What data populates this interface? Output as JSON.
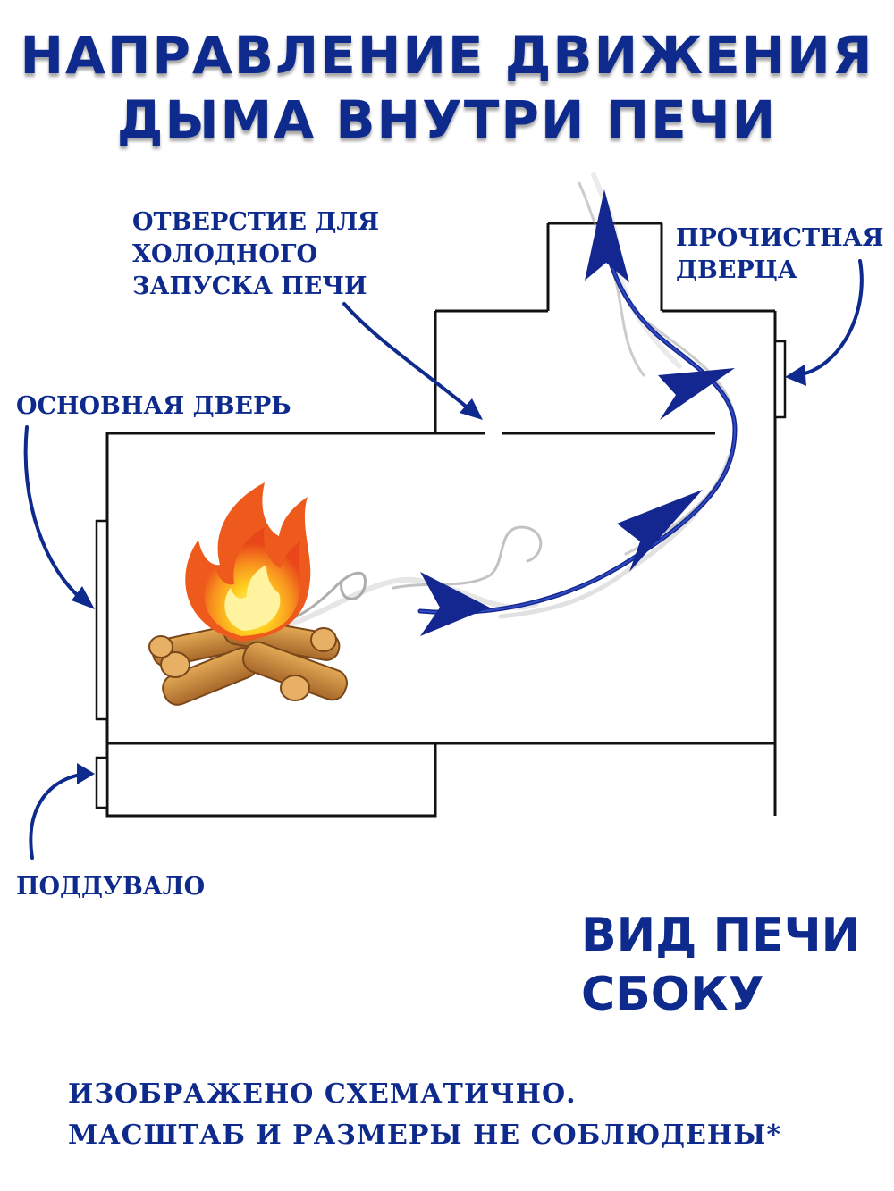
{
  "title": {
    "line1": "НАПРАВЛЕНИЕ ДВИЖЕНИЯ",
    "line2": "ДЫМА ВНУТРИ ПЕЧИ"
  },
  "labels": {
    "cold_start_hole": [
      "ОТВЕРСТИЕ ДЛЯ",
      "ХОЛОДНОГО",
      "ЗАПУСКА ПЕЧИ"
    ],
    "cleaning_door": [
      "ПРОЧИСТНАЯ",
      "ДВЕРЦА"
    ],
    "main_door": "ОСНОВНАЯ ДВЕРЬ",
    "ash_pit": "ПОДДУВАЛО"
  },
  "view_caption": [
    "ВИД ПЕЧИ",
    "СБОКУ"
  ],
  "note": [
    "ИЗОБРАЖЕНО СХЕМАТИЧНО.",
    "МАСШТАБ И РАЗМЕРЫ НЕ СОБЛЮДЕНЫ*"
  ],
  "colors": {
    "accent": "#0d2a8c",
    "arrow": "#14268f",
    "outline": "#111111",
    "smoke": "#9a9a9a",
    "flame_outer": "#f46a1c",
    "flame_inner": "#ffd21f",
    "wood": "#c98a3a"
  },
  "icons": [
    "fire-icon",
    "firewood-icon",
    "smoke-icon",
    "arrow-icon"
  ]
}
